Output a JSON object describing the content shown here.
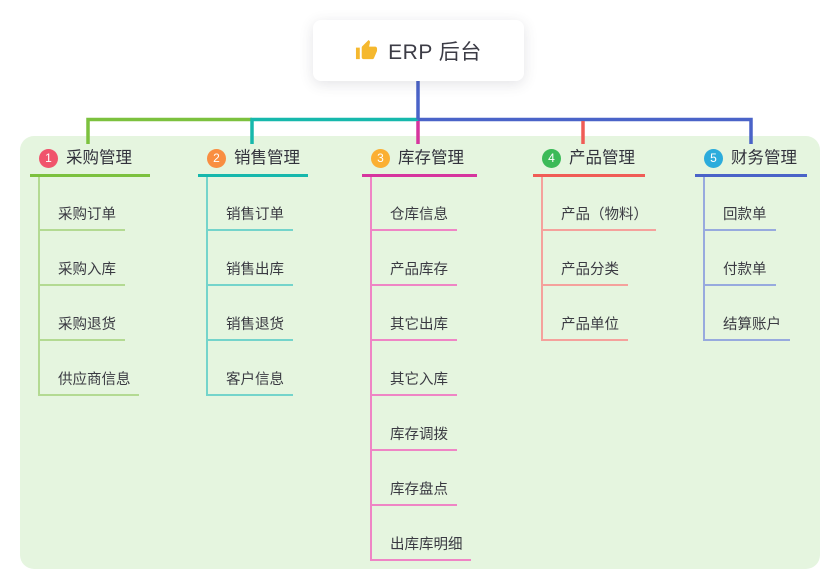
{
  "root": {
    "title": "ERP 后台",
    "icon": "thumbs-up-icon",
    "icon_color": "#f5b82e"
  },
  "canvas": {
    "panel_background": "#e5f5df",
    "background": "#ffffff"
  },
  "connector": {
    "root_color": "#4a63c8"
  },
  "branches": [
    {
      "num": "1",
      "label": "采购管理",
      "badge_color": "#f0546c",
      "line_color": "#7cc13e",
      "child_line_color": "#b3da92",
      "children": [
        "采购订单",
        "采购入库",
        "采购退货",
        "供应商信息"
      ]
    },
    {
      "num": "2",
      "label": "销售管理",
      "badge_color": "#f98e41",
      "line_color": "#16b8ac",
      "child_line_color": "#74d4cb",
      "children": [
        "销售订单",
        "销售出库",
        "销售退货",
        "客户信息"
      ]
    },
    {
      "num": "3",
      "label": "库存管理",
      "badge_color": "#fbaf33",
      "line_color": "#d6359e",
      "child_line_color": "#ef85c5",
      "children": [
        "仓库信息",
        "产品库存",
        "其它出库",
        "其它入库",
        "库存调拨",
        "库存盘点",
        "出库库明细"
      ]
    },
    {
      "num": "4",
      "label": "产品管理",
      "badge_color": "#3cba58",
      "line_color": "#f05c56",
      "child_line_color": "#f5a19c",
      "children": [
        "产品（物料）",
        "产品分类",
        "产品单位"
      ]
    },
    {
      "num": "5",
      "label": "财务管理",
      "badge_color": "#2bacdc",
      "line_color": "#4a63c8",
      "child_line_color": "#97aade",
      "children": [
        "回款单",
        "付款单",
        "结算账户"
      ]
    }
  ]
}
